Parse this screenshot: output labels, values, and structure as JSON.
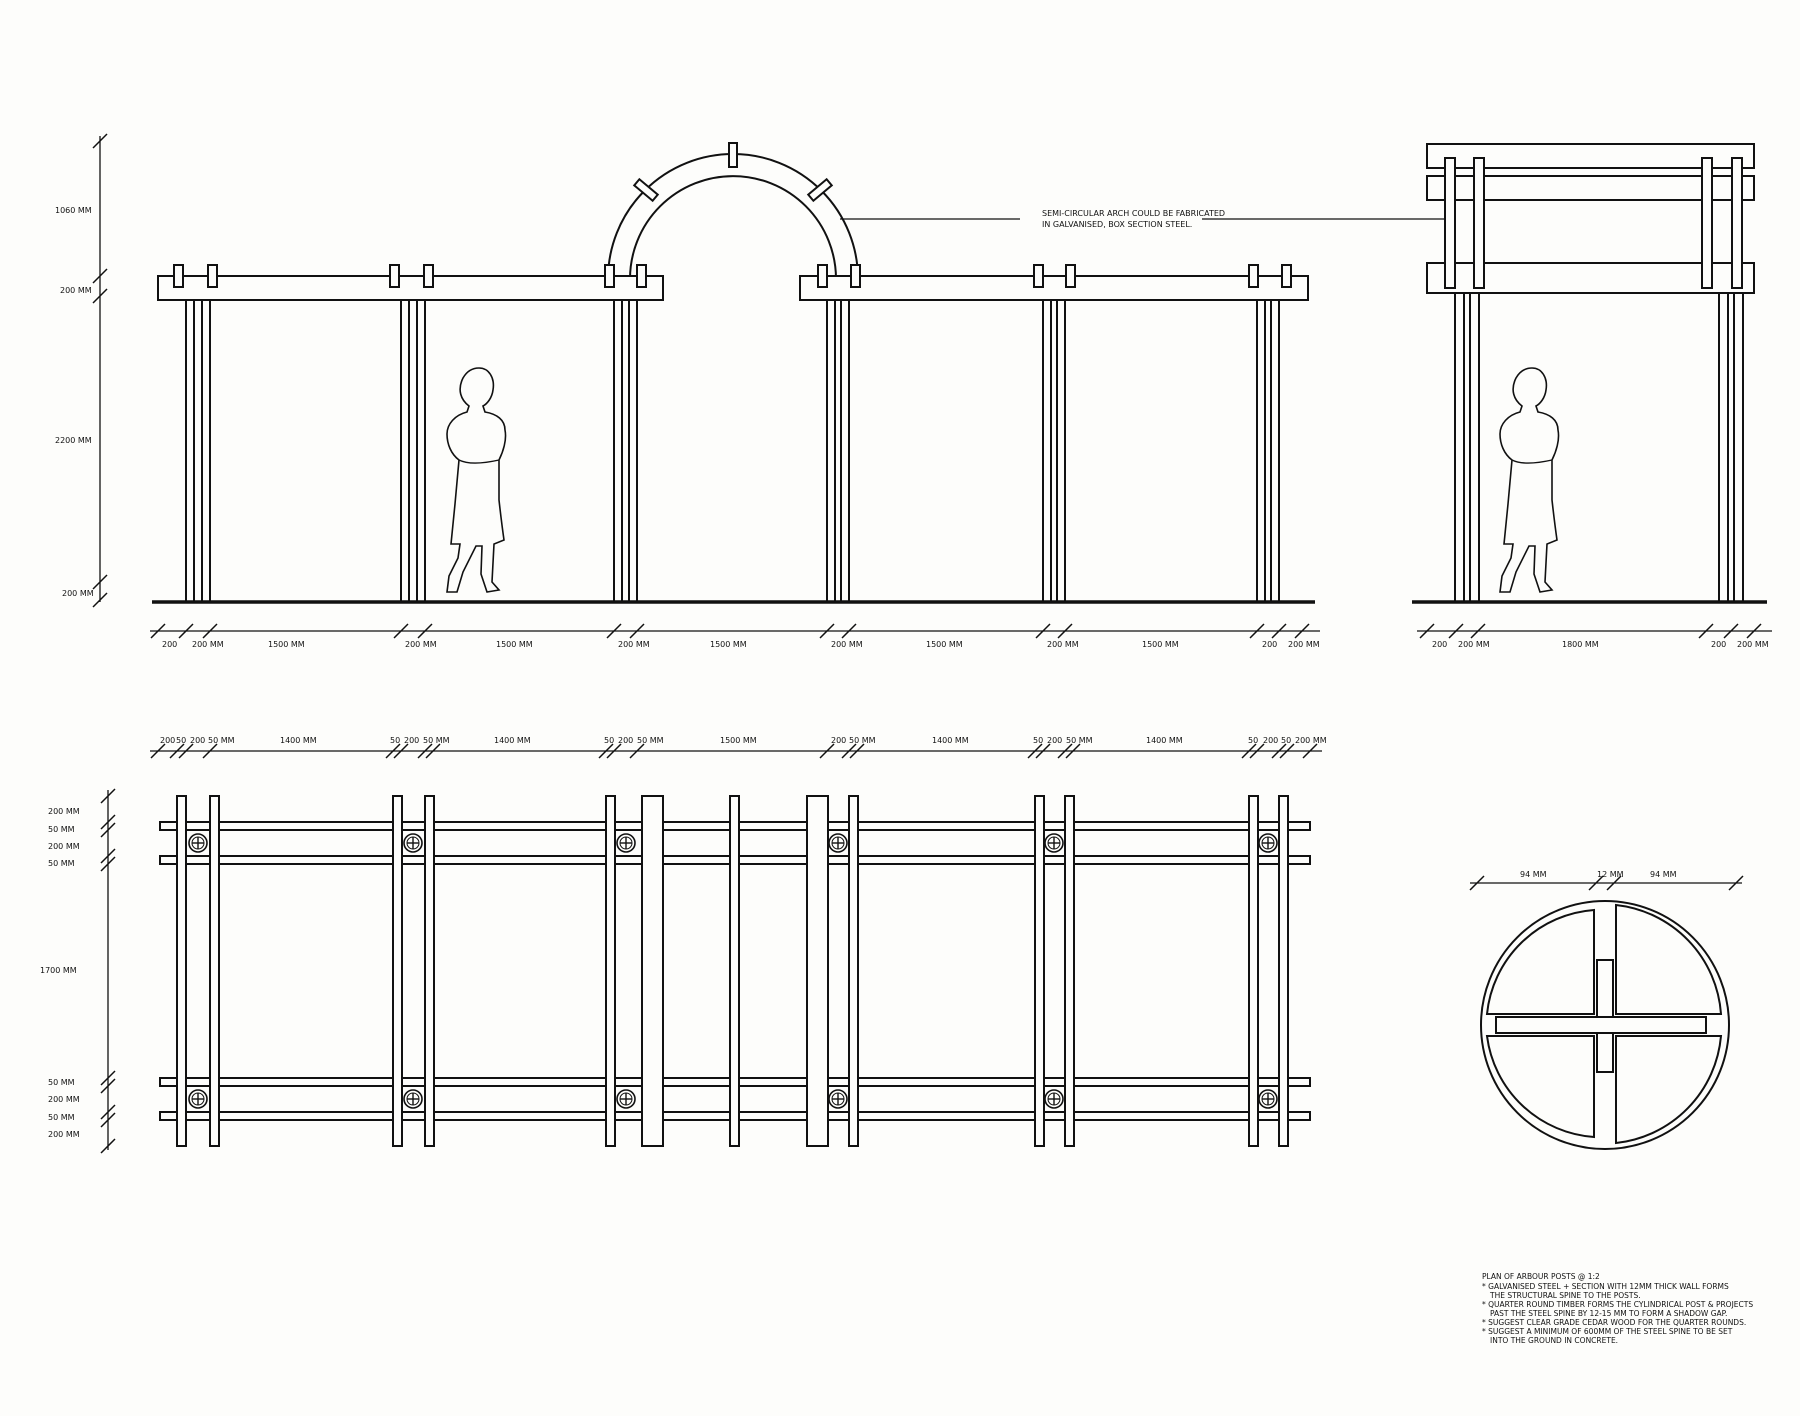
{
  "elevation": {
    "heights": [
      "1060 MM",
      "200 MM",
      "2200 MM",
      "200 MM"
    ],
    "bottom_dims": [
      "200",
      "200 MM",
      "1500 MM",
      "200 MM",
      "1500 MM",
      "200 MM",
      "1500 MM",
      "200 MM",
      "1500 MM",
      "200 MM",
      "1500 MM",
      "200",
      "200 MM"
    ],
    "arch_note": [
      "SEMI-CIRCULAR ARCH COULD BE FABRICATED",
      "IN GALVANISED, BOX SECTION STEEL."
    ]
  },
  "side_elevation": {
    "dims": [
      "200",
      "200 MM",
      "1800 MM",
      "200",
      "200 MM"
    ]
  },
  "plan": {
    "top_dims": [
      "200",
      "50",
      "200",
      "50 MM",
      "1400 MM",
      "50",
      "200",
      "50 MM",
      "1400 MM",
      "50",
      "200",
      "50 MM",
      "1500 MM",
      "200",
      "50 MM",
      "1400 MM",
      "50",
      "200",
      "50 MM",
      "1400 MM",
      "50",
      "200",
      "50",
      "200 MM"
    ],
    "left_dims": [
      "200 MM",
      "50 MM",
      "200 MM",
      "50 MM",
      "1700 MM",
      "50 MM",
      "200 MM",
      "50 MM",
      "200 MM"
    ]
  },
  "post_detail": {
    "dims": [
      "94 MM",
      "12 MM",
      "94 MM"
    ],
    "notes": [
      "PLAN OF ARBOUR POSTS @ 1:2",
      "* GALVANISED STEEL + SECTION WITH 12MM THICK WALL FORMS",
      "THE STRUCTURAL SPINE TO THE POSTS.",
      "* QUARTER ROUND TIMBER FORMS THE CYLINDRICAL POST & PROJECTS",
      "PAST THE STEEL SPINE BY 12-15 MM TO FORM A SHADOW GAP.",
      "* SUGGEST CLEAR GRADE CEDAR WOOD FOR THE QUARTER ROUNDS.",
      "* SUGGEST A MINIMUM OF 600MM OF THE STEEL SPINE TO BE SET",
      "INTO THE GROUND IN CONCRETE."
    ]
  }
}
